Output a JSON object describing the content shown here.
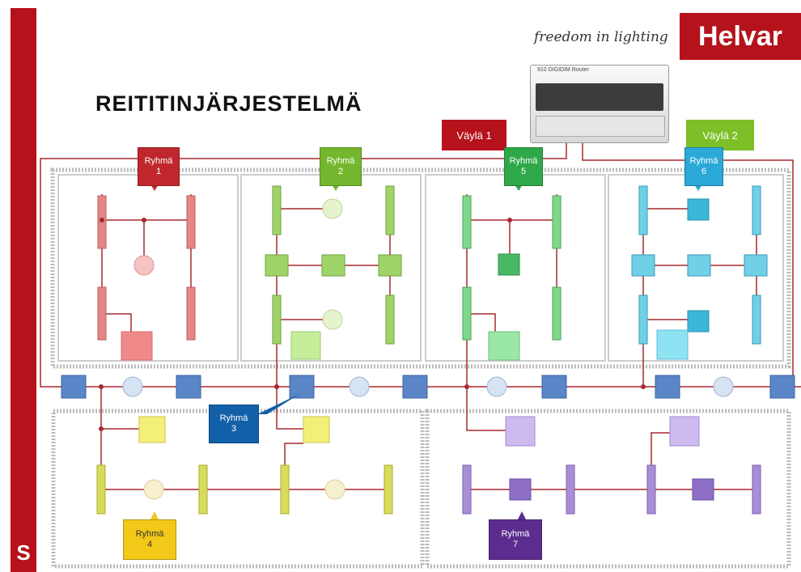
{
  "brand": {
    "logo": "Helvar",
    "tagline": "freedom in lighting",
    "sidebar_letter": "S"
  },
  "page": {
    "title": "REITITINJÄRJESTELMÄ"
  },
  "buses": [
    {
      "label": "Väylä 1",
      "color": "#b5121b"
    },
    {
      "label": "Väylä 2",
      "color": "#7cbf26"
    }
  ],
  "groups": [
    {
      "label": "Ryhmä\n1",
      "color": "#c0272d"
    },
    {
      "label": "Ryhmä\n2",
      "color": "#74b72e"
    },
    {
      "label": "Ryhmä\n3",
      "color": "#1260a8"
    },
    {
      "label": "Ryhmä\n4",
      "color": "#f2c819"
    },
    {
      "label": "Ryhmä\n5",
      "color": "#2fa84a"
    },
    {
      "label": "Ryhmä\n6",
      "color": "#2aa8d8"
    },
    {
      "label": "Ryhmä\n7",
      "color": "#5b2d8e"
    }
  ],
  "device": {
    "label": "910 DIGIDIM Router"
  }
}
